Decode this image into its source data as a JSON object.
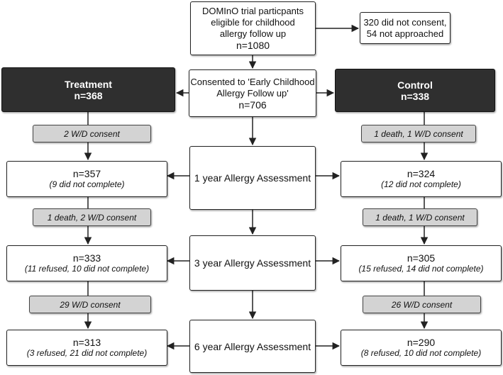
{
  "center": {
    "eligible": {
      "line1": "DOMInO trial particpants",
      "line2": "eligible for childhood",
      "line3": "allergy follow up",
      "count": "n=1080"
    },
    "excluded": {
      "line1": "320 did not consent,",
      "line2": "54 not approached"
    },
    "consented": {
      "line1": "Consented to 'Early Childhood",
      "line2": "Allergy Follow up'",
      "count": "n=706"
    },
    "assess1": "1 year Allergy Assessment",
    "assess3": "3 year Allergy Assessment",
    "assess6": "6 year Allergy Assessment"
  },
  "treatment": {
    "title": "Treatment",
    "count": "n=368",
    "w1": "2 W/D consent",
    "y1": {
      "n": "n=357",
      "note": "(9 did not complete)"
    },
    "w2": "1 death, 2 W/D consent",
    "y3": {
      "n": "n=333",
      "note": "(11 refused, 10 did not complete)"
    },
    "w3": "29 W/D consent",
    "y6": {
      "n": "n=313",
      "note": "(3 refused, 21 did not complete)"
    }
  },
  "control": {
    "title": "Control",
    "count": "n=338",
    "w1": "1 death, 1 W/D consent",
    "y1": {
      "n": "n=324",
      "note": "(12 did not complete)"
    },
    "w2": "1 death, 1 W/D consent",
    "y3": {
      "n": "n=305",
      "note": "(15 refused, 14 did not complete)"
    },
    "w3": "26 W/D consent",
    "y6": {
      "n": "n=290",
      "note": "(8 refused, 10 did not complete)"
    }
  }
}
